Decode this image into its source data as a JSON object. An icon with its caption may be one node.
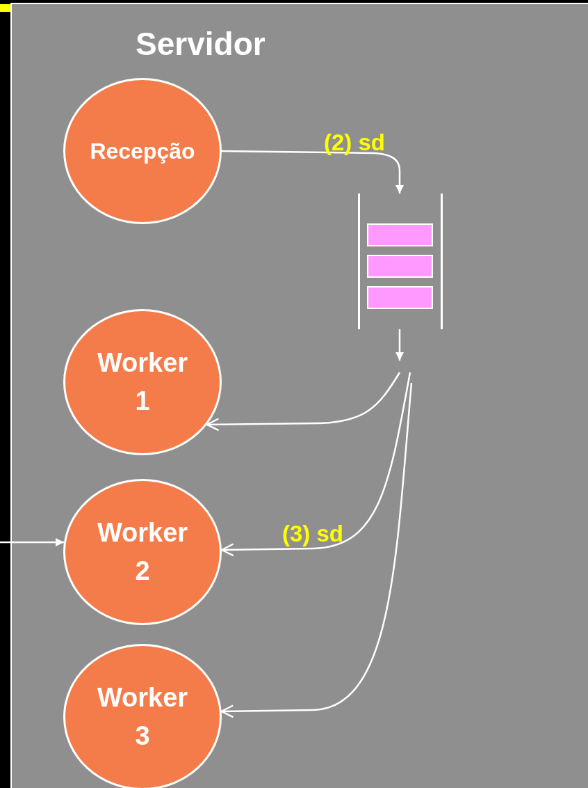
{
  "diagram": {
    "nodes": [
      {
        "text": [
          "Servidor"
        ]
      },
      {
        "text": [
          "Recepção"
        ],
        "in": 0
      },
      {
        "text": [],
        "shape": "box",
        "in": 0
      },
      {
        "text": [
          "Worker 1"
        ],
        "in": 0
      },
      {
        "text": [
          "Worker 2"
        ],
        "in": 0
      },
      {
        "text": [
          "Worker 3"
        ],
        "in": 0
      }
    ],
    "edges": [
      {
        "from": 1,
        "to": 2,
        "arrow": "to",
        "label": "(2) sd"
      },
      {
        "from": 2,
        "to": null,
        "arrow": "to"
      },
      {
        "from": null,
        "to": 3,
        "arrow": "to"
      },
      {
        "from": null,
        "to": 4,
        "arrow": "to",
        "label": "(3) sd"
      },
      {
        "from": null,
        "to": 5,
        "arrow": "to"
      },
      {
        "from": null,
        "to": 4,
        "arrow": "to"
      }
    ]
  }
}
